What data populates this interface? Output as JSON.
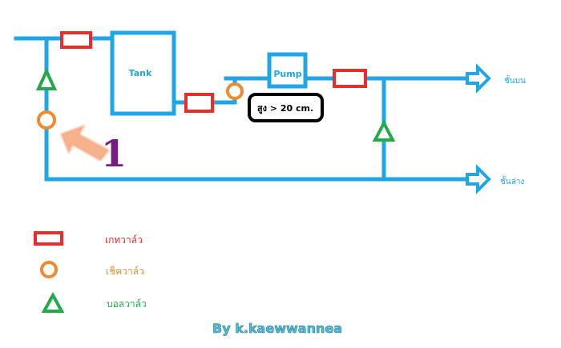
{
  "diagram": {
    "tank_label": "Tank",
    "pump_label": "Pump",
    "height_note": "สูง > 20 cm.",
    "outputs": {
      "upper": "ชั้นบน",
      "lower": "ชั้นล่าง"
    },
    "callout_number": "1",
    "credit": "By k.kaewwannea"
  },
  "legend": [
    {
      "label": "เกทวาล์ว",
      "color": "#ee2b2b",
      "icon": "gate-valve-icon"
    },
    {
      "label": "เช็ควาล์ว",
      "color": "#f08a2c",
      "icon": "check-valve-icon"
    },
    {
      "label": "บอลวาล์ว",
      "color": "#22aa4a",
      "icon": "ball-valve-icon"
    }
  ],
  "colors": {
    "pipe": "#1ea6e6",
    "callout_arrow": "#f6b28c",
    "callout_number": "#7a1a86"
  }
}
